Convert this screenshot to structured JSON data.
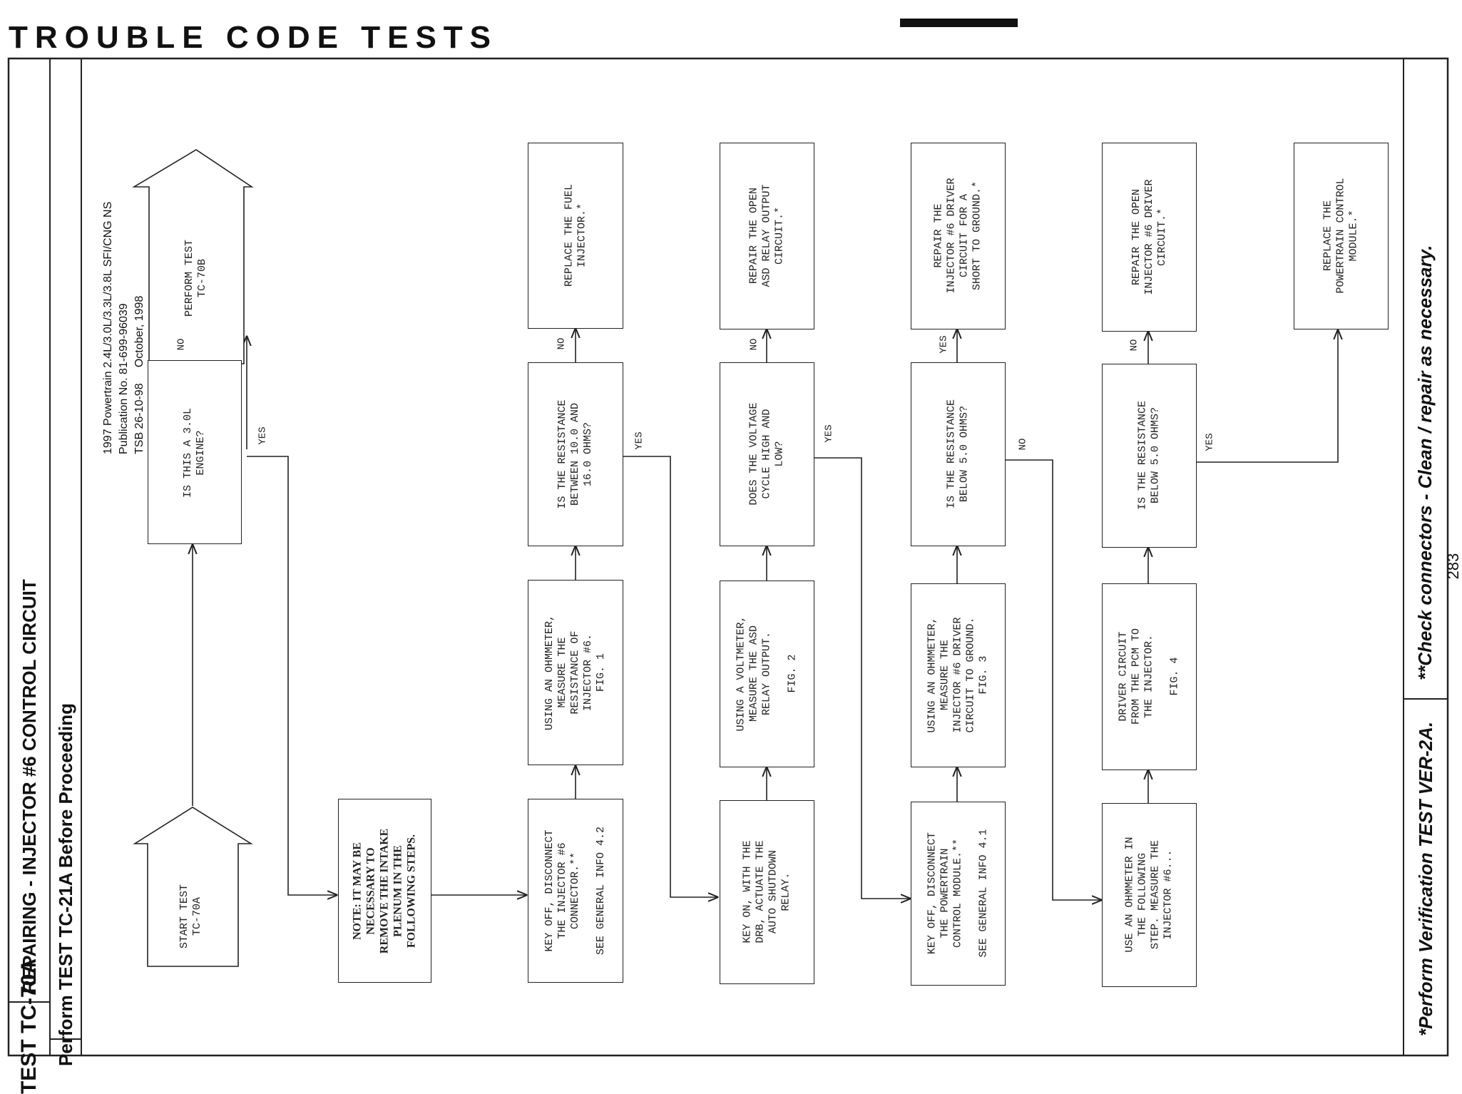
{
  "section_title": "TROUBLE CODE TESTS",
  "test_id": "TEST TC-70A",
  "test_title": "REPAIRING - INJECTOR #6 CONTROL CIRCUIT",
  "subtitle": "Perform TEST TC-21A Before Proceeding",
  "publication": {
    "line1": "1997 Powertrain 2.4L/3.0L/3.3L/3.8L SFI/CNG NS",
    "line2": "Publication No. 81-699-96039",
    "line3": "TSB 26-10-98     October, 1998"
  },
  "footer": {
    "left": "*Perform Verification TEST VER-2A.",
    "right": "**Check connectors - Clean / repair as necessary."
  },
  "page_number": "283",
  "nodes": {
    "start": "START TEST\nTC-70A",
    "q_engine": "IS THIS A 3.0L\nENGINE?",
    "perform": "PERFORM TEST\nTC-70B",
    "note": "NOTE: IT MAY BE\nNECESSARY TO\nREMOVE THE INTAKE\nPLENUM IN THE\nFOLLOWING STEPS.",
    "s1": "KEY OFF, DISCONNECT\nTHE INJECTOR #6\nCONNECTOR.**\n\nSEE GENERAL INFO 4.2",
    "s2": "USING AN OHMMETER,\nMEASURE THE\nRESISTANCE OF\nINJECTOR #6.\nFIG. 1",
    "q1": "IS THE RESISTANCE\nBETWEEN 10.0 AND\n16.0 OHMS?",
    "r1": "REPLACE THE FUEL\nINJECTOR.*",
    "s3": "KEY ON, WITH THE\nDRB, ACTUATE THE\nAUTO SHUTDOWN\nRELAY.",
    "s4": "USING A VOLTMETER,\nMEASURE THE ASD\nRELAY OUTPUT.\n\nFIG. 2",
    "q2": "DOES THE VOLTAGE\nCYCLE HIGH AND\nLOW?",
    "r2": "REPAIR THE OPEN\nASD RELAY OUTPUT\nCIRCUIT.*",
    "s5": "KEY OFF, DISCONNECT\nTHE POWERTRAIN\nCONTROL MODULE.**\n\nSEE GENERAL INFO 4.1",
    "s6": "USING AN OHMMETER,\nMEASURE THE\nINJECTOR #6 DRIVER\nCIRCUIT TO GROUND.\nFIG. 3",
    "q3": "IS THE RESISTANCE\nBELOW 5.0 OHMS?",
    "r3": "REPAIR THE\nINJECTOR #6 DRIVER\nCIRCUIT FOR A\nSHORT TO GROUND.*",
    "s7": "USE AN OHMMETER IN\nTHE FOLLOWING\nSTEP. MEASURE THE\nINJECTOR #6...",
    "s8": "DRIVER CIRCUIT\nFROM THE PCM TO\nTHE INJECTOR.\n\nFIG. 4",
    "q4": "IS THE RESISTANCE\nBELOW 5.0 OHMS?",
    "r4": "REPAIR THE OPEN\nINJECTOR #6 DRIVER\nCIRCUIT.*",
    "r5": "REPLACE THE\nPOWERTRAIN CONTROL\nMODULE.*"
  },
  "labels": {
    "yes": "YES",
    "no": "NO"
  }
}
